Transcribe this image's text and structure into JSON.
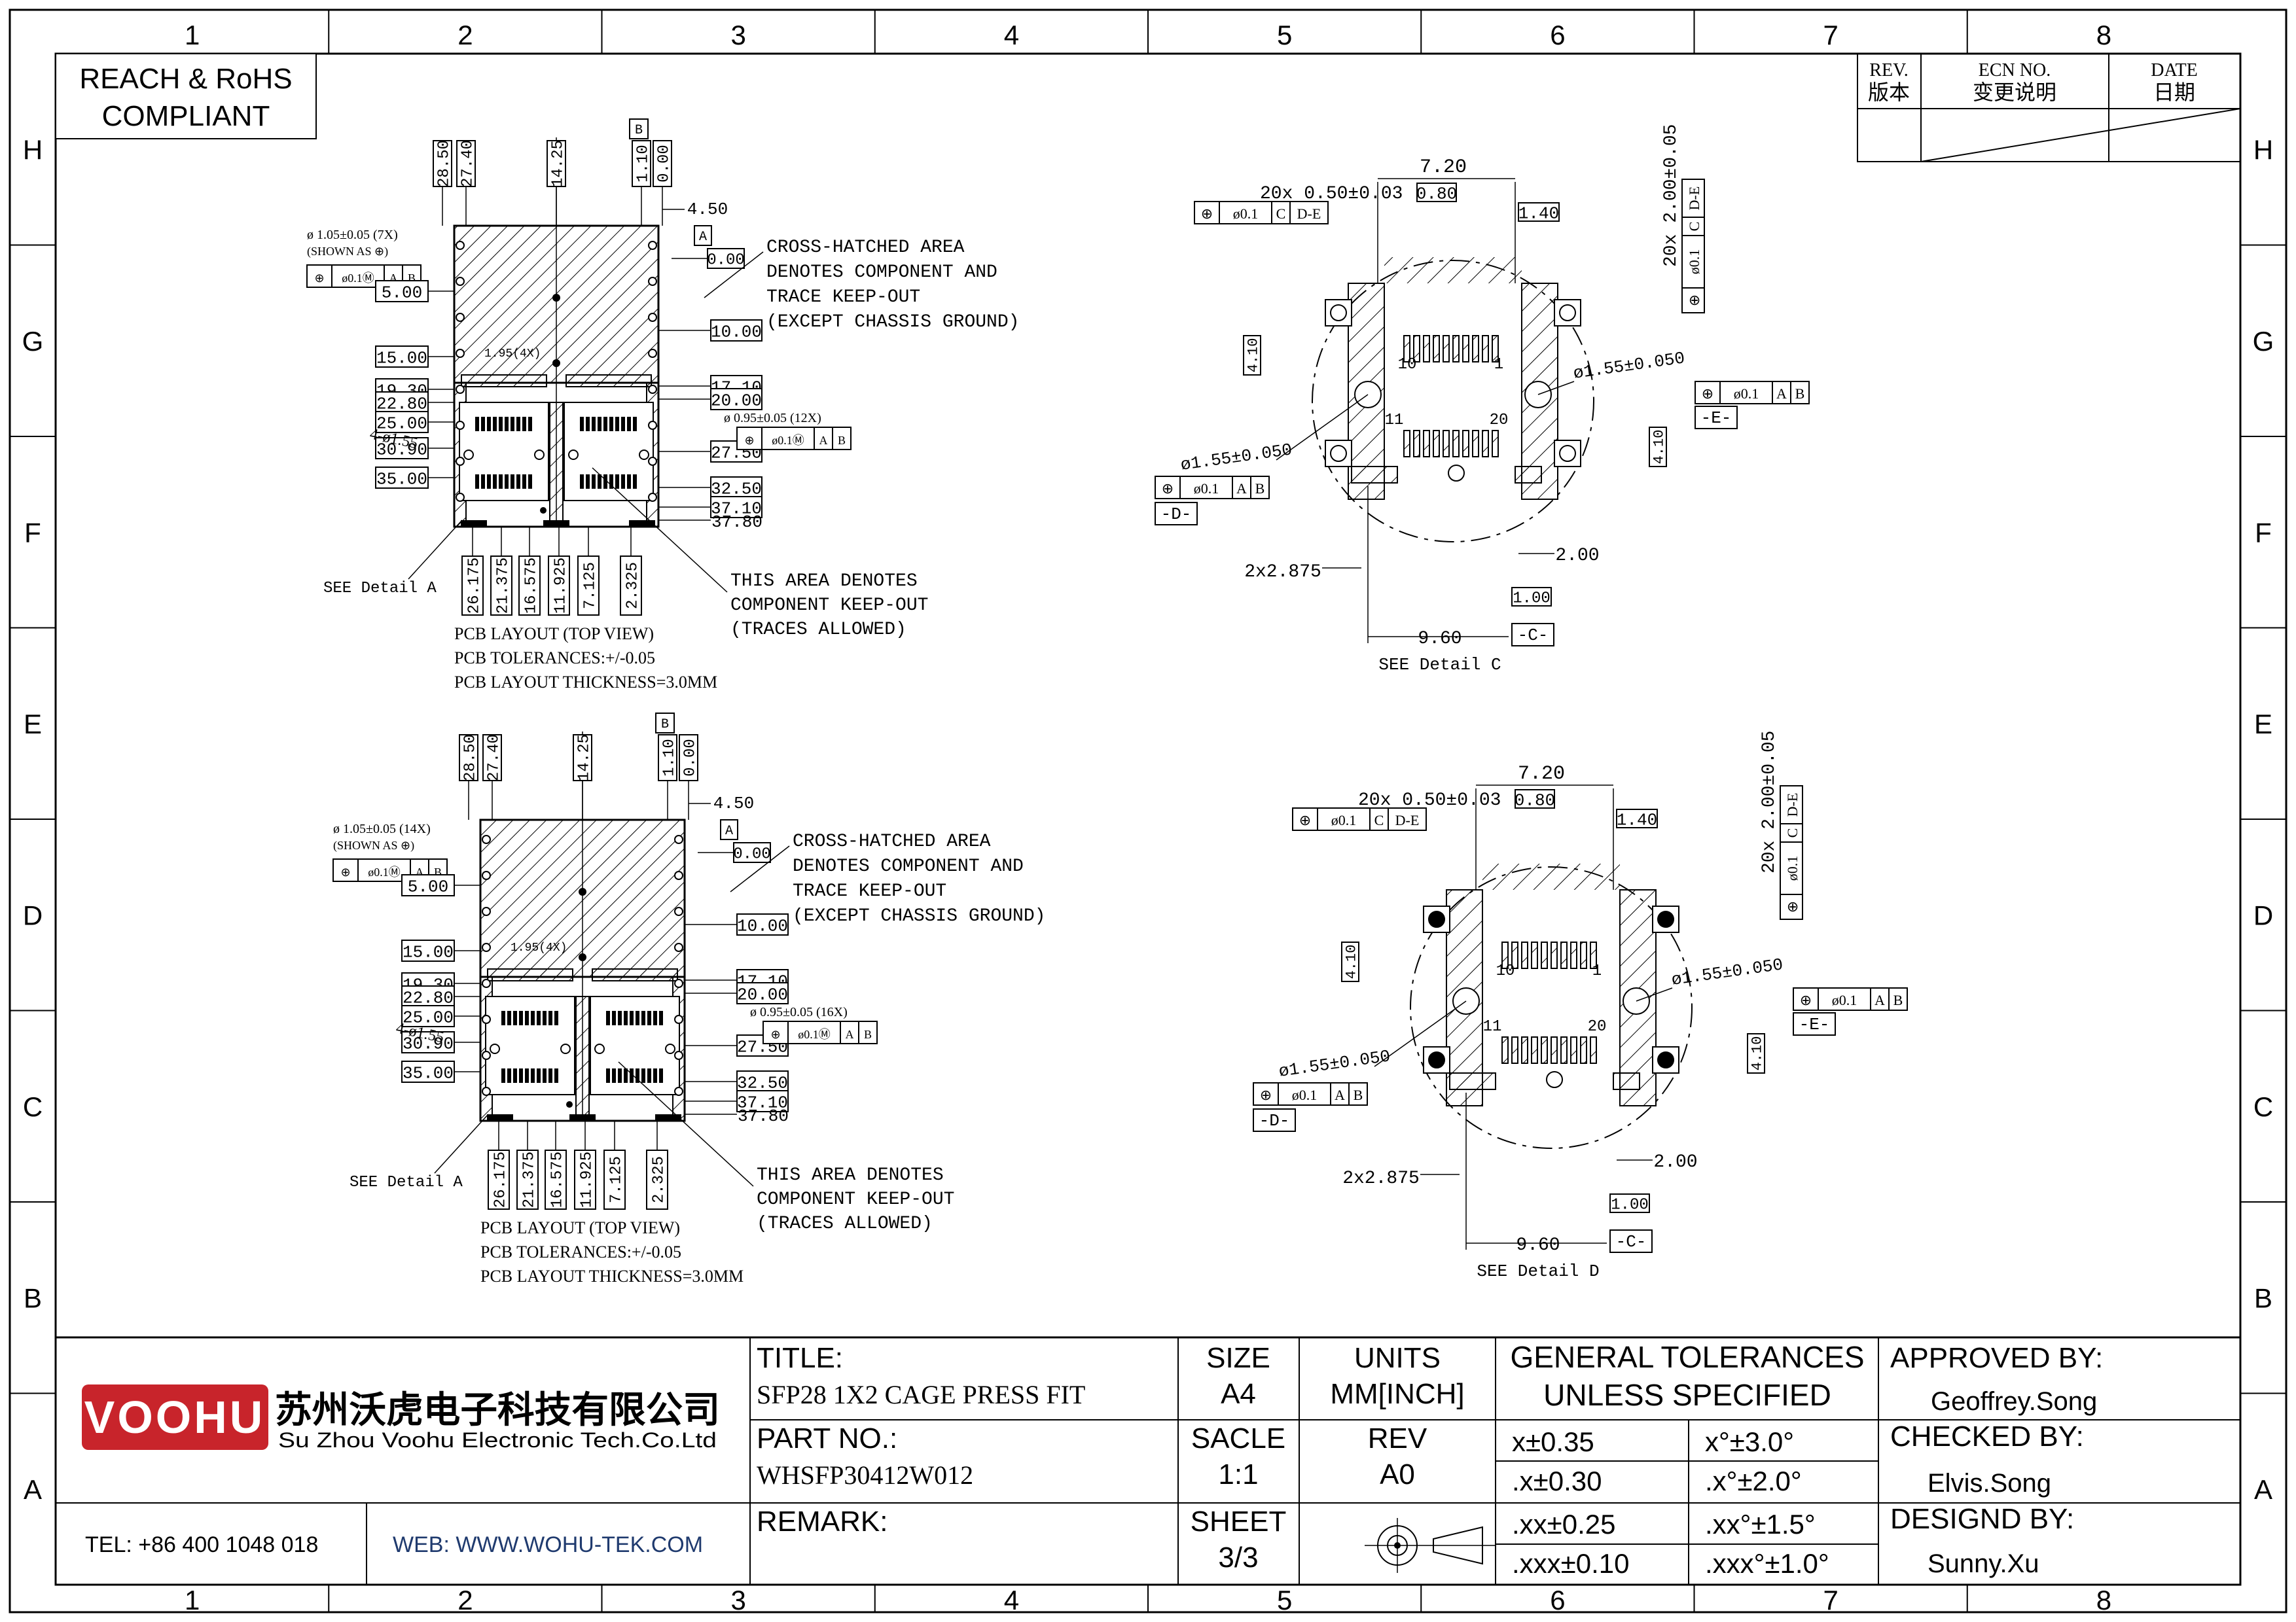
{
  "compliance": [
    "REACH & RoHS",
    "COMPLIANT"
  ],
  "grid": {
    "cols": [
      "1",
      "2",
      "3",
      "4",
      "5",
      "6",
      "7",
      "8"
    ],
    "rows": [
      "H",
      "G",
      "F",
      "E",
      "D",
      "C",
      "B",
      "A"
    ]
  },
  "revision_table": {
    "headers": [
      {
        "en": "REV.",
        "cn": "版本"
      },
      {
        "en": "ECN NO.",
        "cn": "变更说明"
      },
      {
        "en": "DATE",
        "cn": "日期"
      }
    ]
  },
  "pcb_top": {
    "top_dims": [
      "28.50",
      "27.40",
      "14.25",
      "1.10",
      "0.00",
      "4.50"
    ],
    "datum_b": "B",
    "datum_a": "A",
    "dim_000_right": "0.00",
    "left_dims": [
      "5.00",
      "15.00",
      "19.30",
      "22.80",
      "25.00",
      "30.90",
      "35.00"
    ],
    "right_dims": [
      "10.00",
      "17.10",
      "20.00",
      "27.50",
      "32.50",
      "37.10",
      "37.80"
    ],
    "bottom_dims": [
      "26.175",
      "21.375",
      "16.575",
      "11.925",
      "7.125",
      "2.325"
    ],
    "hole_note": [
      "ø 1.05±0.05 (7X)",
      "(SHOWN AS ⊕)"
    ],
    "hole_fcf": [
      "⊕",
      "ø0.1Ⓜ",
      "A",
      "B"
    ],
    "small_hole_note": "ø 0.95±0.05 (12X)",
    "small_hole_fcf": [
      "⊕",
      "ø0.1Ⓜ",
      "A",
      "B"
    ],
    "pin_note": "4-ø1.55",
    "inner_dim": "1.95(4X)",
    "keepout_note": [
      "CROSS-HATCHED AREA",
      "DENOTES COMPONENT AND",
      "TRACE KEEP-OUT",
      "(EXCEPT CHASSIS GROUND)"
    ],
    "area_note": [
      "THIS AREA DENOTES",
      "COMPONENT KEEP-OUT",
      "(TRACES ALLOWED)"
    ],
    "see_detail": "SEE Detail A",
    "layout_note": [
      "PCB LAYOUT    (TOP VIEW)",
      "PCB TOLERANCES:+/-0.05",
      "PCB LAYOUT THICKNESS=3.0MM"
    ]
  },
  "pcb_bottom": {
    "top_dims": [
      "28.50",
      "27.40",
      "14.25",
      "1.10",
      "0.00",
      "4.50"
    ],
    "datum_b": "B",
    "datum_a": "A",
    "dim_000_right": "0.00",
    "left_dims": [
      "5.00",
      "15.00",
      "19.30",
      "22.80",
      "25.00",
      "30.90",
      "35.00"
    ],
    "right_dims": [
      "10.00",
      "17.10",
      "20.00",
      "27.50",
      "32.50",
      "37.10",
      "37.80"
    ],
    "bottom_dims": [
      "26.175",
      "21.375",
      "16.575",
      "11.925",
      "7.125",
      "2.325"
    ],
    "hole_note": [
      "ø 1.05±0.05 (14X)",
      "(SHOWN AS ⊕)"
    ],
    "hole_fcf": [
      "⊕",
      "ø0.1Ⓜ",
      "A",
      "B"
    ],
    "small_hole_note": "ø 0.95±0.05 (16X)",
    "small_hole_fcf": [
      "⊕",
      "ø0.1Ⓜ",
      "A",
      "B"
    ],
    "pin_note": "4-ø1.55",
    "inner_dim": "1.95(4X)",
    "keepout_note": [
      "CROSS-HATCHED AREA",
      "DENOTES COMPONENT AND",
      "TRACE KEEP-OUT",
      "(EXCEPT CHASSIS GROUND)"
    ],
    "area_note": [
      "THIS AREA DENOTES",
      "COMPONENT KEEP-OUT",
      "(TRACES ALLOWED)"
    ],
    "see_detail": "SEE Detail A",
    "layout_note": [
      "PCB LAYOUT    (TOP VIEW)",
      "PCB TOLERANCES:+/-0.05",
      "PCB LAYOUT THICKNESS=3.0MM"
    ]
  },
  "detail_c": {
    "dim_720": "7.20",
    "dim_080": "0.80",
    "dim_140": "1.40",
    "pitch": "20x  0.50±0.03",
    "pitch_fcf": [
      "⊕",
      "ø0.1",
      "C",
      "D-E"
    ],
    "vertical": "20x  2.00±0.05",
    "vertical_fcf": [
      "⊕",
      "ø0.1",
      "C",
      "D-E"
    ],
    "dim_410": "4.10",
    "pin_10": "10",
    "pin_1": "1",
    "pin_11": "11",
    "pin_20": "20",
    "hole_right": "ø1.55±0.050",
    "right_fcf": [
      "⊕",
      "ø0.1",
      "A",
      "B"
    ],
    "datum_e": "-E-",
    "hole_left": "ø1.55±0.050",
    "left_fcf": [
      "⊕",
      "ø0.1",
      "A",
      "B"
    ],
    "datum_d": "-D-",
    "dim_2875": "2x2.875",
    "dim_200": "2.00",
    "dim_100": "1.00",
    "dim_960": "9.60",
    "datum_c": "-C-",
    "title": "SEE Detail C"
  },
  "detail_d": {
    "dim_720": "7.20",
    "dim_080": "0.80",
    "dim_140": "1.40",
    "pitch": "20x  0.50±0.03",
    "pitch_fcf": [
      "⊕",
      "ø0.1",
      "C",
      "D-E"
    ],
    "vertical": "20x  2.00±0.05",
    "vertical_fcf": [
      "⊕",
      "ø0.1",
      "C",
      "D-E"
    ],
    "dim_410": "4.10",
    "pin_10": "10",
    "pin_1": "1",
    "pin_11": "11",
    "pin_20": "20",
    "hole_right": "ø1.55±0.050",
    "right_fcf": [
      "⊕",
      "ø0.1",
      "A",
      "B"
    ],
    "datum_e": "-E-",
    "hole_left": "ø1.55±0.050",
    "left_fcf": [
      "⊕",
      "ø0.1",
      "A",
      "B"
    ],
    "datum_d": "-D-",
    "dim_2875": "2x2.875",
    "dim_200": "2.00",
    "dim_100": "1.00",
    "dim_960": "9.60",
    "datum_c": "-C-",
    "title": "SEE Detail D"
  },
  "title_block": {
    "logo": "VOOHU",
    "company_cn": "苏州沃虎电子科技有限公司",
    "company_en": "Su Zhou Voohu Electronic Tech.Co.Ltd",
    "tel": "TEL: +86 400 1048 018",
    "web": "WEB: WWW.WOHU-TEK.COM",
    "title_label": "TITLE:",
    "title_value": "SFP28 1X2 CAGE PRESS FIT",
    "part_label": "PART NO.:",
    "part_value": "WHSFP30412W012",
    "remark_label": "REMARK:",
    "size_label": "SIZE",
    "size_value": "A4",
    "units_label": "UNITS",
    "units_value": "MM[INCH]",
    "scale_label": "SACLE",
    "scale_value": "1:1",
    "rev_label": "REV",
    "rev_value": "A0",
    "sheet_label": "SHEET",
    "sheet_value": "3/3",
    "tol_title": [
      "GENERAL TOLERANCES",
      "UNLESS SPECIFIED"
    ],
    "tol_rows": [
      [
        "x±0.35",
        "x°±3.0°"
      ],
      [
        ".x±0.30",
        ".x°±2.0°"
      ],
      [
        ".xx±0.25",
        ".xx°±1.5°"
      ],
      [
        ".xxx±0.10",
        ".xxx°±1.0°"
      ]
    ],
    "approved_label": "APPROVED BY:",
    "approved_value": "Geoffrey.Song",
    "checked_label": "CHECKED BY:",
    "checked_value": "Elvis.Song",
    "designed_label": "DESIGND BY:",
    "designed_value": "Sunny.Xu",
    "colors": {
      "logo_red": "#c8242b"
    }
  }
}
